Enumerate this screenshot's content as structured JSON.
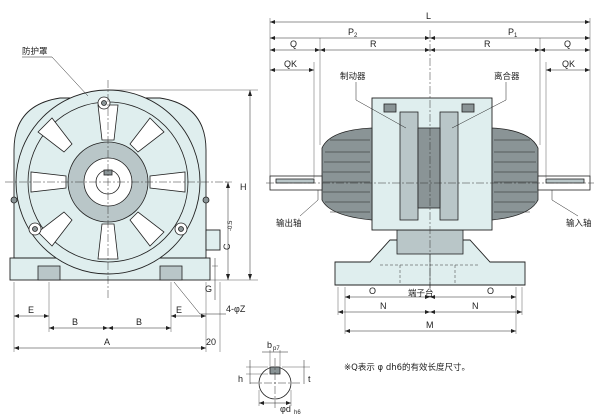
{
  "front_view": {
    "cover_label": "防护罩",
    "dims": {
      "H": "H",
      "C": "C",
      "C_sub": "-0.5",
      "G": "G",
      "E_left": "E",
      "B_left": "B",
      "B_right": "B",
      "E_right": "E",
      "A": "A",
      "offset_20": "20",
      "bolt": "4-φZ"
    }
  },
  "side_view": {
    "labels": {
      "brake": "制动器",
      "clutch": "离合器",
      "output_shaft": "输出轴",
      "input_shaft": "输入轴",
      "terminal_box": "端子台"
    },
    "dims": {
      "L": "L",
      "P2": "P",
      "P2_sub": "2",
      "P1": "P",
      "P1_sub": "1",
      "Q_left": "Q",
      "R_left": "R",
      "R_right": "R",
      "Q_right": "Q",
      "QK_left": "QK",
      "QK_right": "QK",
      "O_left": "O",
      "O_right": "O",
      "N_left": "N",
      "N_right": "N",
      "M": "M"
    }
  },
  "keyway_detail": {
    "bp": "b",
    "bp_sub": "p7",
    "h": "h",
    "t": "t",
    "d": "φd",
    "d_sub": "h6",
    "note": "※Q表示 φ dh6的有效长度尺寸。"
  }
}
